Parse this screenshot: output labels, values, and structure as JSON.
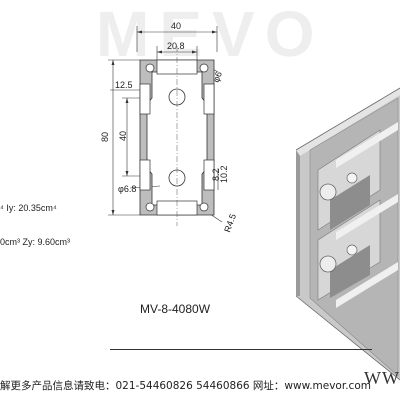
{
  "watermark": "MEVO",
  "dimensions": {
    "top_width": "40",
    "slot_width": "20.8",
    "hole_diameter_top": "φ6",
    "side_offset": "12.5",
    "height_total": "80",
    "inner_height": "40",
    "hole_diameter_bottom": "φ6.8",
    "slot_depth_a": "8.2",
    "slot_depth_b": "10.2",
    "corner_radius": "R4.5"
  },
  "properties": {
    "iy": "⁴  Iy: 20.35cm⁴",
    "zy": "0cm³  Zy: 9.60cm³"
  },
  "model": "MV-8-4080W",
  "footer": {
    "contact": "解更多产品信息请致电：021-54460826  54460866  网址：www.mevor.com",
    "corner": "WW"
  }
}
